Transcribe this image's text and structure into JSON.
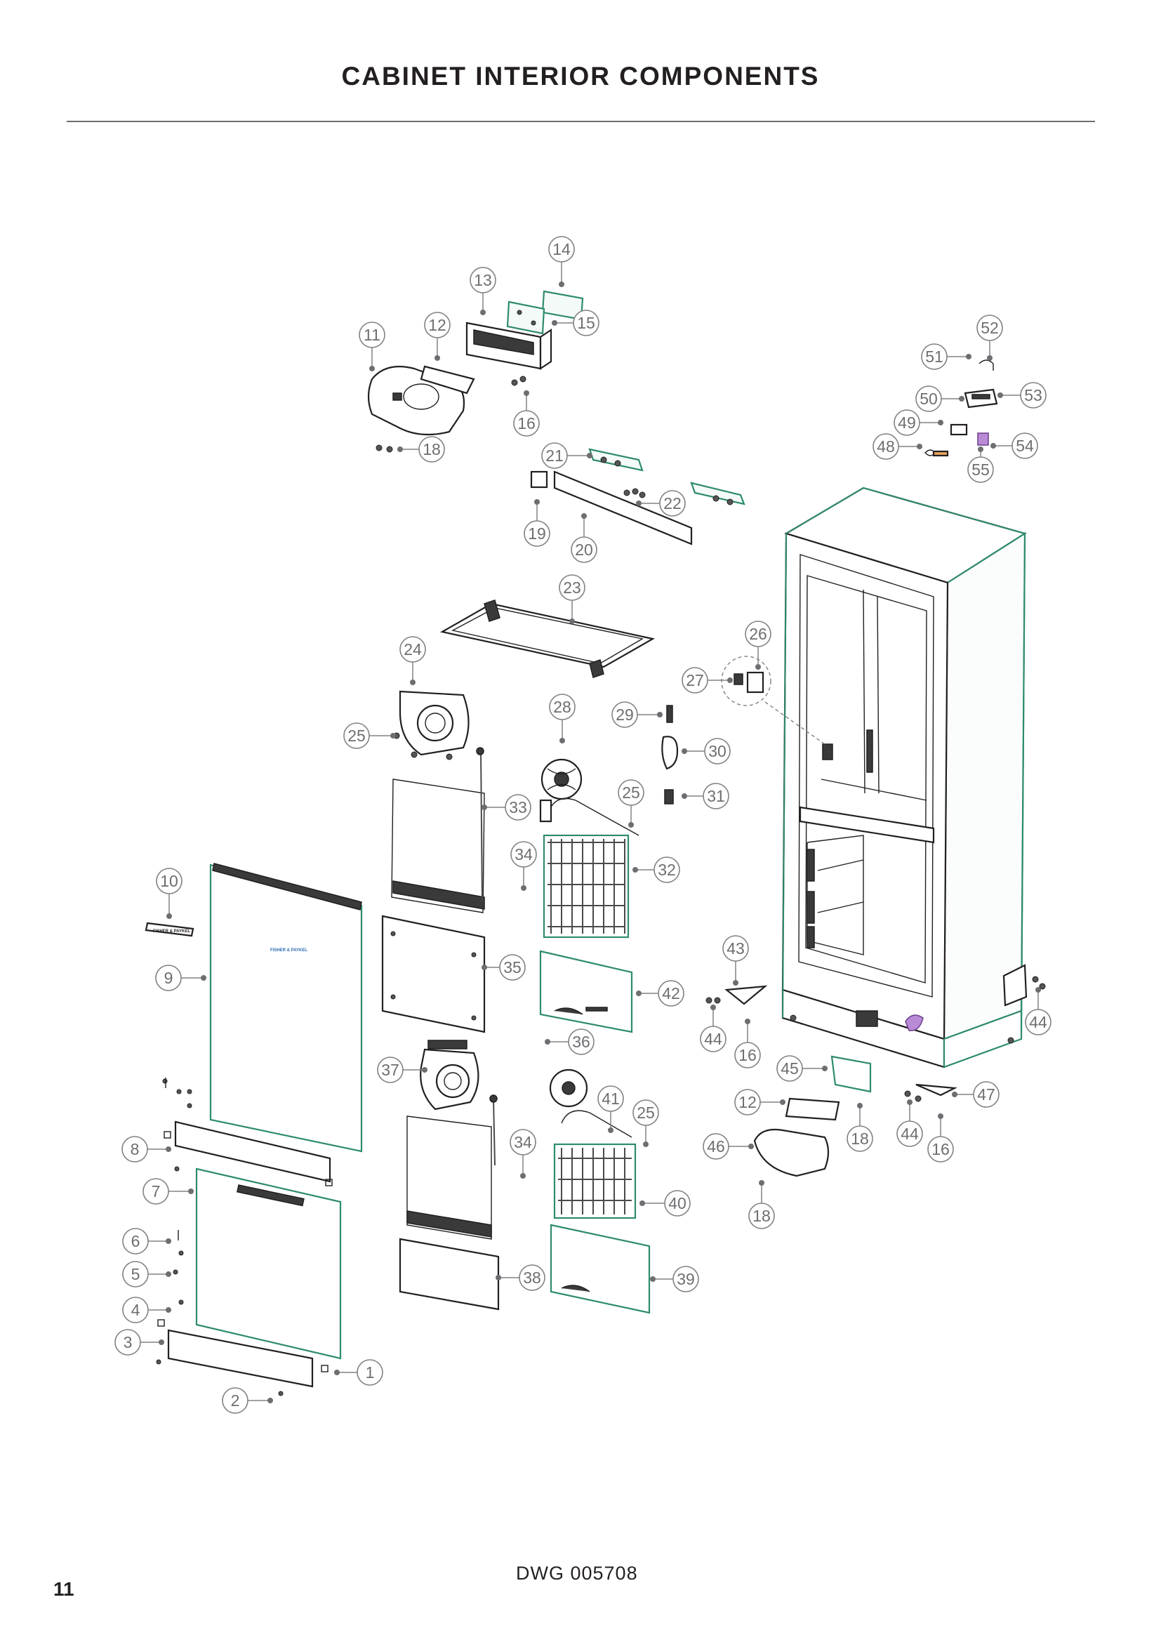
{
  "title": "CABINET INTERIOR COMPONENTS",
  "drawing_number": "DWG 005708",
  "page_number": "11",
  "brand_mark": "FISHER & PAYKEL",
  "callouts": [
    {
      "label": "1"
    },
    {
      "label": "2"
    },
    {
      "label": "3"
    },
    {
      "label": "4"
    },
    {
      "label": "5"
    },
    {
      "label": "6"
    },
    {
      "label": "7"
    },
    {
      "label": "8"
    },
    {
      "label": "9"
    },
    {
      "label": "10"
    },
    {
      "label": "11"
    },
    {
      "label": "12"
    },
    {
      "label": "12"
    },
    {
      "label": "13"
    },
    {
      "label": "14"
    },
    {
      "label": "15"
    },
    {
      "label": "16"
    },
    {
      "label": "16"
    },
    {
      "label": "16"
    },
    {
      "label": "18"
    },
    {
      "label": "18"
    },
    {
      "label": "18"
    },
    {
      "label": "19"
    },
    {
      "label": "20"
    },
    {
      "label": "21"
    },
    {
      "label": "22"
    },
    {
      "label": "23"
    },
    {
      "label": "24"
    },
    {
      "label": "25"
    },
    {
      "label": "25"
    },
    {
      "label": "25"
    },
    {
      "label": "26"
    },
    {
      "label": "27"
    },
    {
      "label": "28"
    },
    {
      "label": "29"
    },
    {
      "label": "30"
    },
    {
      "label": "31"
    },
    {
      "label": "32"
    },
    {
      "label": "33"
    },
    {
      "label": "34"
    },
    {
      "label": "34"
    },
    {
      "label": "35"
    },
    {
      "label": "36"
    },
    {
      "label": "37"
    },
    {
      "label": "38"
    },
    {
      "label": "39"
    },
    {
      "label": "40"
    },
    {
      "label": "41"
    },
    {
      "label": "42"
    },
    {
      "label": "43"
    },
    {
      "label": "44"
    },
    {
      "label": "44"
    },
    {
      "label": "44"
    },
    {
      "label": "45"
    },
    {
      "label": "46"
    },
    {
      "label": "47"
    },
    {
      "label": "48"
    },
    {
      "label": "49"
    },
    {
      "label": "50"
    },
    {
      "label": "51"
    },
    {
      "label": "52"
    },
    {
      "label": "53"
    },
    {
      "label": "54"
    },
    {
      "label": "55"
    }
  ],
  "colors": {
    "text": "#231f20",
    "callout_stroke": "#808285",
    "callout_text": "#6d6e71",
    "part_edge_green": "#2e8b6e",
    "accent_purple": "#b98ad6",
    "logo_blue": "#2f6db5"
  }
}
